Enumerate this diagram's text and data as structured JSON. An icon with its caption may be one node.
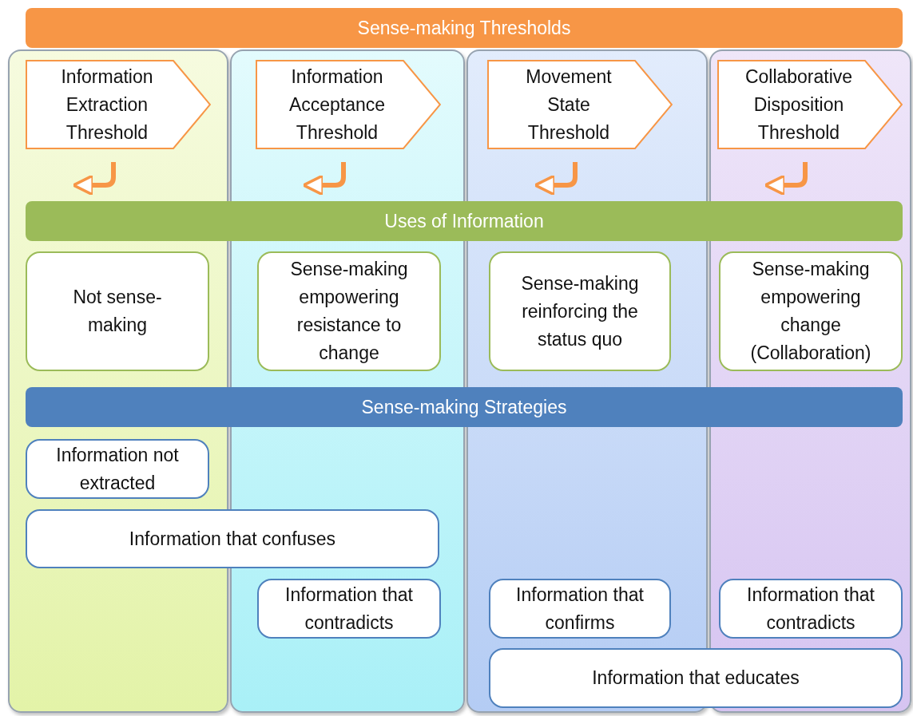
{
  "diagram": {
    "nodes": [
      {
        "text": [
          "Sense-making Thresholds"
        ]
      },
      {
        "text": [],
        "shape": "box"
      },
      {
        "text": [
          "Information Extraction Threshold"
        ],
        "in": 1
      },
      {
        "text": [],
        "shape": "box"
      },
      {
        "text": [
          "Information Acceptance Threshold"
        ],
        "in": 3
      },
      {
        "text": [],
        "shape": "box"
      },
      {
        "text": [
          "Movement State Threshold"
        ],
        "in": 5
      },
      {
        "text": [],
        "shape": "box"
      },
      {
        "text": [
          "Collaborative Disposition Threshold"
        ],
        "in": 7
      },
      {
        "text": [
          "Uses of Information"
        ]
      },
      {
        "text": [
          "Not sense-making"
        ],
        "in": 1
      },
      {
        "text": [
          "Sense-making empowering resistance to change"
        ],
        "in": 3
      },
      {
        "text": [
          "Sense-making reinforcing the status quo"
        ],
        "in": 5
      },
      {
        "text": [
          "Sense-making empowering change (Collaboration)"
        ],
        "in": 7
      },
      {
        "text": [
          "Sense-making Strategies"
        ]
      },
      {
        "text": [
          "Information not extracted"
        ],
        "in": 1
      },
      {
        "text": [
          "Information that confuses"
        ]
      },
      {
        "text": [
          "Information that contradicts"
        ],
        "in": 3
      },
      {
        "text": [
          "Information that confirms"
        ],
        "in": 5
      },
      {
        "text": [
          "Information that contradicts"
        ],
        "in": 7
      },
      {
        "text": [
          "Information that educates"
        ]
      }
    ]
  }
}
